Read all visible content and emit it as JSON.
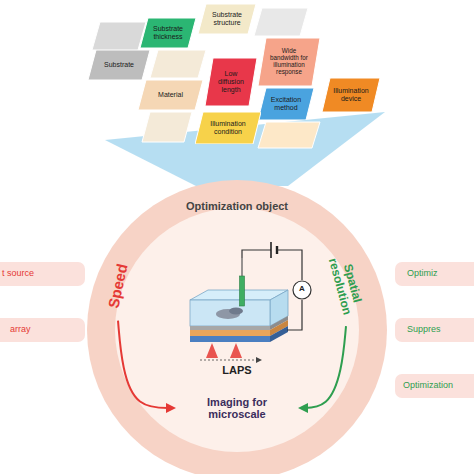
{
  "diagram": {
    "nodes": [
      {
        "text": [
          "Substrate thickness"
        ]
      },
      {
        "text": [
          "Substrate structure"
        ]
      },
      {
        "text": [
          "Substrate"
        ]
      },
      {
        "text": [
          "Wide bandwidth for illumination response"
        ]
      },
      {
        "text": [
          "Material"
        ]
      },
      {
        "text": [
          "Low diffusion length"
        ]
      },
      {
        "text": [
          "Excitation method"
        ]
      },
      {
        "text": [
          "Illumination device"
        ]
      },
      {
        "text": [
          "Illumination condition"
        ]
      },
      {
        "text": [
          "t source"
        ]
      },
      {
        "text": [
          "array"
        ]
      },
      {
        "text": [
          "Optimization object"
        ]
      },
      {
        "text": [
          "Speed"
        ],
        "in": 11
      },
      {
        "text": [
          "Spatial resolution"
        ],
        "in": 11
      },
      {
        "text": [
          "Imaging for microscale"
        ],
        "in": 11
      },
      {
        "text": [
          "Optimiz"
        ]
      },
      {
        "text": [
          "Suppres"
        ]
      },
      {
        "text": [
          "Optimization"
        ]
      }
    ],
    "edges": [
      {
        "from": 12,
        "to": 14,
        "arrow": "to"
      },
      {
        "from": 13,
        "to": 14,
        "arrow": "to"
      }
    ],
    "labels": [
      "LAPS",
      "A"
    ]
  }
}
